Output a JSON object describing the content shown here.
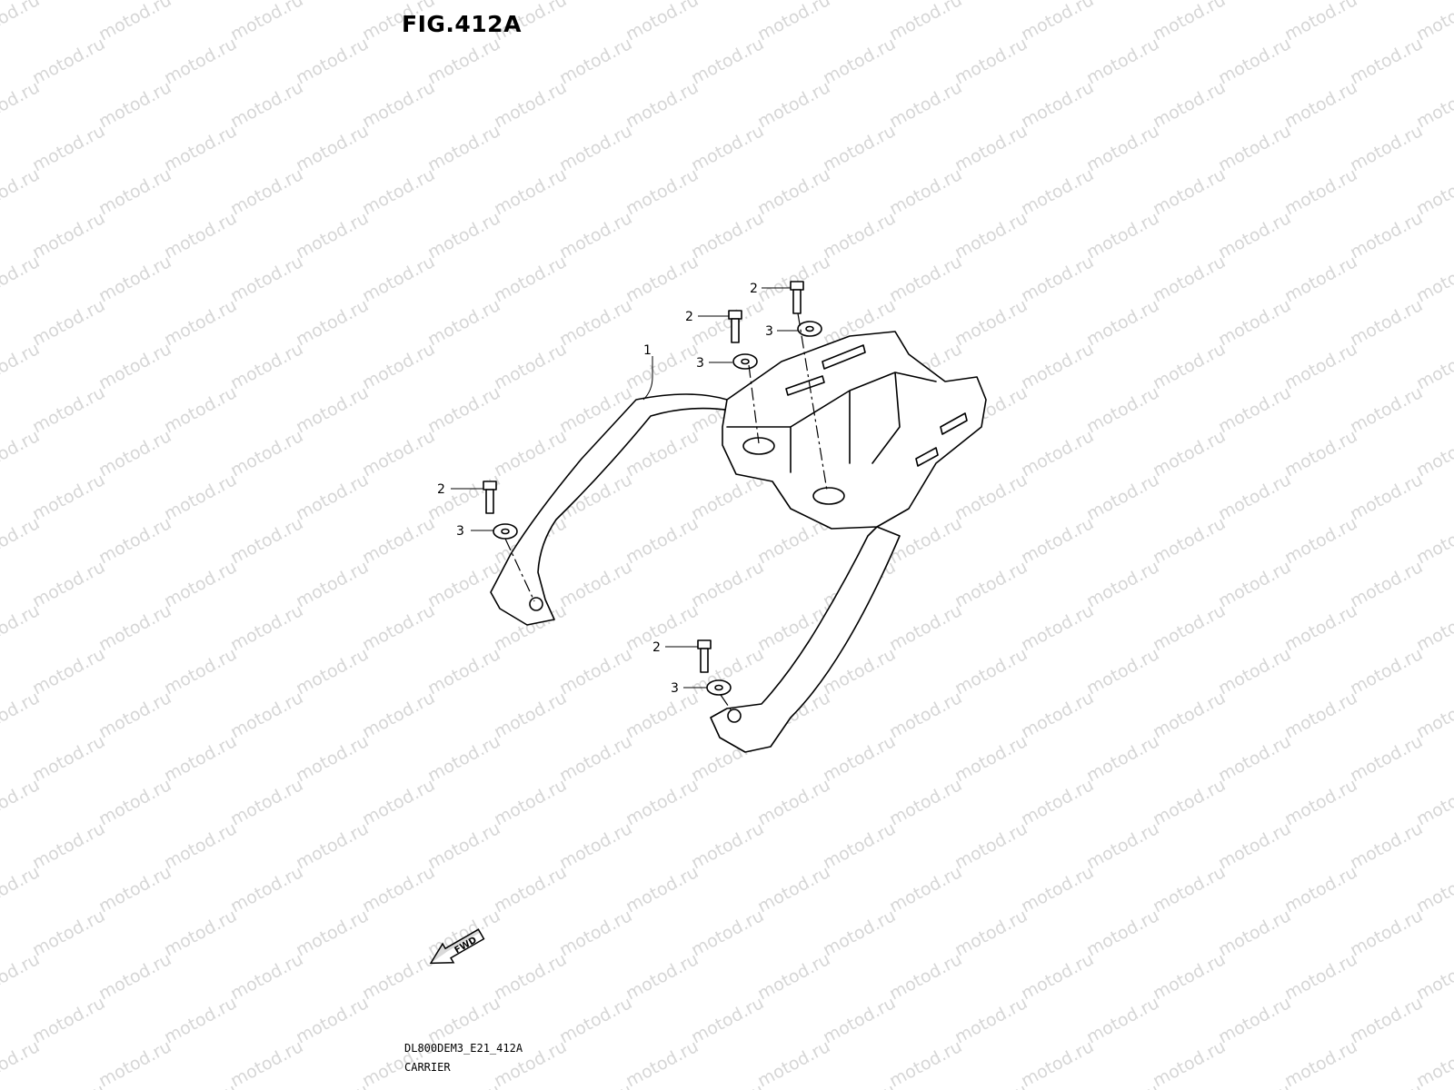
{
  "figure": {
    "title": "FIG.412A",
    "code": "DL800DEM3_E21_412A",
    "name": "CARRIER"
  },
  "watermark": {
    "text": "motod.ru",
    "color": "#d6d6d6"
  },
  "fwd_arrow": {
    "label": "FWD"
  },
  "callouts": [
    "1",
    "2",
    "2",
    "3",
    "2",
    "3",
    "3",
    "2",
    "3"
  ]
}
